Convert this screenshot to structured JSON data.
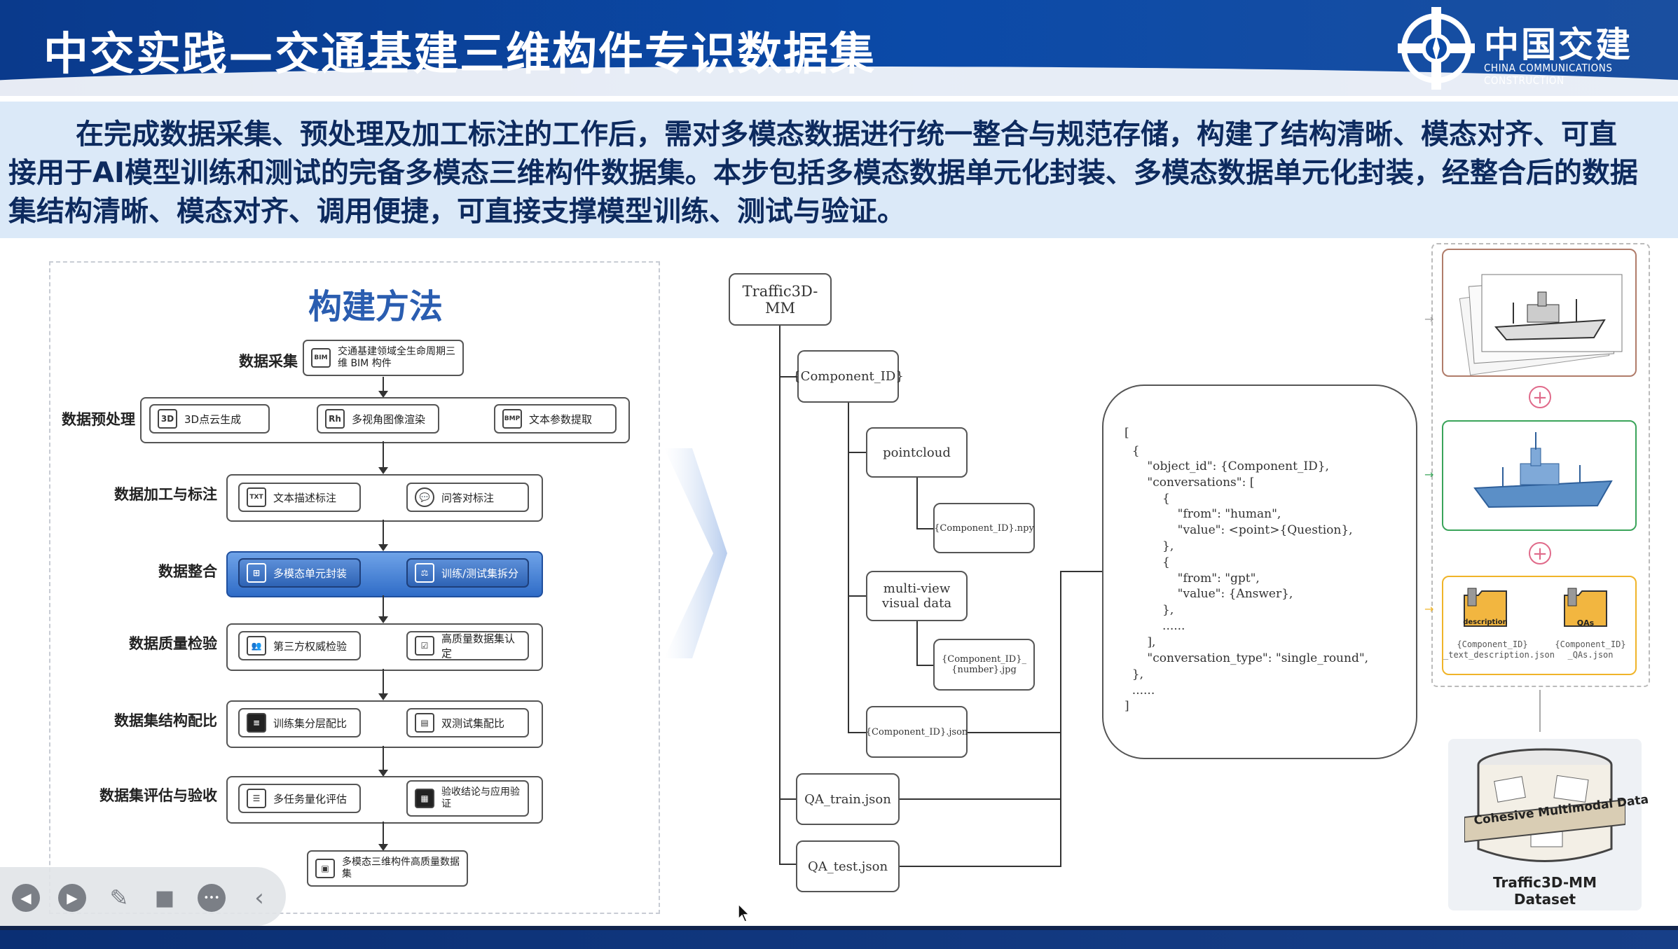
{
  "header": {
    "title": "中交实践—交通基建三维构件专识数据集",
    "logo_cn": "中国交建",
    "logo_en": "CHINA COMMUNICATIONS CONSTRUCTION"
  },
  "intro": {
    "text": "在完成数据采集、预处理及加工标注的工作后，需对多模态数据进行统一整合与规范存储，构建了结构清晰、模态对齐、可直接用于AI模型训练和测试的完备多模态三维构件数据集。本步包括多模态数据单元化封装、多模态数据单元化封装，经整合后的数据集结构清晰、模态对齐、调用便捷，可直接支撑模型训练、测试与验证。"
  },
  "method": {
    "title": "构建方法",
    "stages": [
      {
        "label": "数据采集",
        "items": [
          "交通基建领域全生命周期三维 BIM 构件"
        ]
      },
      {
        "label": "数据预处理",
        "items": [
          "3D点云生成",
          "多视角图像渲染",
          "文本参数提取"
        ]
      },
      {
        "label": "数据加工与标注",
        "items": [
          "文本描述标注",
          "问答对标注"
        ]
      },
      {
        "label": "数据整合",
        "items": [
          "多模态单元封装",
          "训练/测试集拆分"
        ]
      },
      {
        "label": "数据质量检验",
        "items": [
          "第三方权威检验",
          "高质量数据集认定"
        ]
      },
      {
        "label": "数据集结构配比",
        "items": [
          "训练集分层配比",
          "双测试集配比"
        ]
      },
      {
        "label": "数据集评估与验收",
        "items": [
          "多任务量化评估",
          "验收结论与应用验证"
        ]
      }
    ],
    "final": "多模态三维构件高质量数据集",
    "icons": {
      "s1": "BIM",
      "s2a": "3D",
      "s2b": "Rh",
      "s2c": "BMP",
      "s3a": "TXT",
      "s3b": "💬",
      "s4a": "⊞",
      "s4b": "⚖",
      "s5a": "👥",
      "s5b": "☑",
      "s6a": "≡",
      "s6b": "▤",
      "s7a": "☰",
      "s7b": "▦",
      "fin": "▣"
    }
  },
  "tree": {
    "root": "Traffic3D-MM",
    "component": "{Component_ID}",
    "pointcloud": "pointcloud",
    "npy": "{Component_ID}.npy",
    "multiview_1": "multi-view",
    "multiview_2": "visual data",
    "jpg_1": "{Component_ID}_",
    "jpg_2": "{number}.jpg",
    "json_file": "{Component_ID}.json",
    "qa_train": "QA_train.json",
    "qa_test": "QA_test.json"
  },
  "json_sample": [
    "[",
    "  {",
    "      \"object_id\": {Component_ID},",
    "      \"conversations\": [",
    "          {",
    "              \"from\": \"human\",",
    "              \"value\": <point>{Question},",
    "          },",
    "          {",
    "              \"from\": \"gpt\",",
    "              \"value\": {Answer},",
    "          },",
    "          ......",
    "      ],",
    "      \"conversation_type\": \"single_round\",",
    "  },",
    "  ......",
    "]"
  ],
  "right": {
    "folder1_tab": "description",
    "folder2_tab": "QAs",
    "folder1_label_1": "{Component_ID}",
    "folder1_label_2": "_text_description.json",
    "folder2_label_1": "{Component_ID}",
    "folder2_label_2": "_QAs.json",
    "plus": "+",
    "banner": "Cohesive Multimodal Data",
    "dataset_1": "Traffic3D-MM",
    "dataset_2": "Dataset"
  },
  "toolbar": {
    "prev": "◀",
    "next": "▶",
    "pen": "✎",
    "camera": "■",
    "more": "•••",
    "collapse": "‹"
  },
  "colors": {
    "header_blue": "#0b4aa8",
    "intro_bg": "#dbe9f8",
    "method_title": "#2a5db0",
    "highlight_stage": "#2f6cc7",
    "green_frame": "#3aa45a",
    "orange_frame": "#f0b429"
  }
}
